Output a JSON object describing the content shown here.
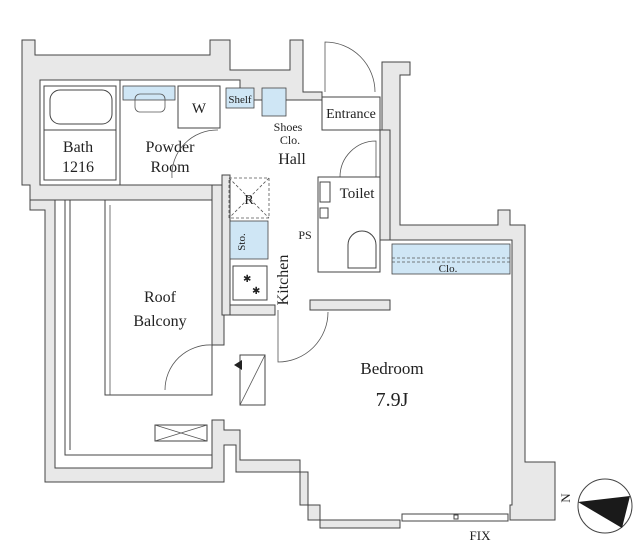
{
  "rooms": {
    "bath": "Bath",
    "bath_size": "1216",
    "powder_room_1": "Powder",
    "powder_room_2": "Room",
    "washer": "W",
    "shelf": "Shelf",
    "shoes_closet_1": "Shoes",
    "shoes_closet_2": "Clo.",
    "hall": "Hall",
    "entrance": "Entrance",
    "toilet": "Toilet",
    "refrigerator": "R",
    "storage": "Sto.",
    "pipe_space": "PS",
    "kitchen": "Kitchen",
    "roof_balcony_1": "Roof",
    "roof_balcony_2": "Balcony",
    "bedroom": "Bedroom",
    "bedroom_size": "7.9J",
    "closet": "Clo.",
    "fix_window": "FIX",
    "north": "N"
  },
  "colors": {
    "wall": "#e8e8e8",
    "fixture_blue": "#cfe6f5"
  }
}
